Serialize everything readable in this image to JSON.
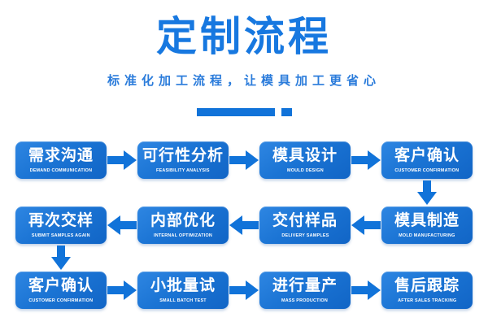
{
  "header": {
    "title": "定制流程",
    "subtitle": "标准化加工流程，让模具加工更省心"
  },
  "colors": {
    "accent": "#1778e0",
    "subtitle": "#2b7cdb",
    "arrow": "#1173d9",
    "box-grad-start": "#2e86e2",
    "box-grad-end": "#1165c6",
    "page-bg": "#ffffff"
  },
  "icons": {
    "flow_arrow_right": "solid right arrow",
    "flow_arrow_left": "solid left arrow",
    "flow_arrow_down": "solid down arrow",
    "divider": "bar-and-square ornament"
  },
  "flow": {
    "rows": [
      {
        "direction": "right",
        "steps": [
          {
            "zh": "需求沟通",
            "en": "DEMAND COMMUNICATION"
          },
          {
            "zh": "可行性分析",
            "en": "FEASIBILITY ANALYSIS"
          },
          {
            "zh": "模具设计",
            "en": "MOULD DESIGN"
          },
          {
            "zh": "客户确认",
            "en": "CUSTOMER CONFIRMATION"
          }
        ]
      },
      {
        "direction": "left",
        "steps": [
          {
            "zh": "再次交样",
            "en": "SUBMIT SAMPLES AGAIN"
          },
          {
            "zh": "内部优化",
            "en": "INTERNAL OPTIMIZATION"
          },
          {
            "zh": "交付样品",
            "en": "DELIVERY SAMPLES"
          },
          {
            "zh": "模具制造",
            "en": "MOLD MANUFACTURING"
          }
        ]
      },
      {
        "direction": "right",
        "steps": [
          {
            "zh": "客户确认",
            "en": "CUSTOMER CONFIRMATION"
          },
          {
            "zh": "小批量试",
            "en": "SMALL BATCH TEST"
          },
          {
            "zh": "进行量产",
            "en": "MASS PRODUCTION"
          },
          {
            "zh": "售后跟踪",
            "en": "AFTER SALES TRACKING"
          }
        ]
      }
    ]
  }
}
